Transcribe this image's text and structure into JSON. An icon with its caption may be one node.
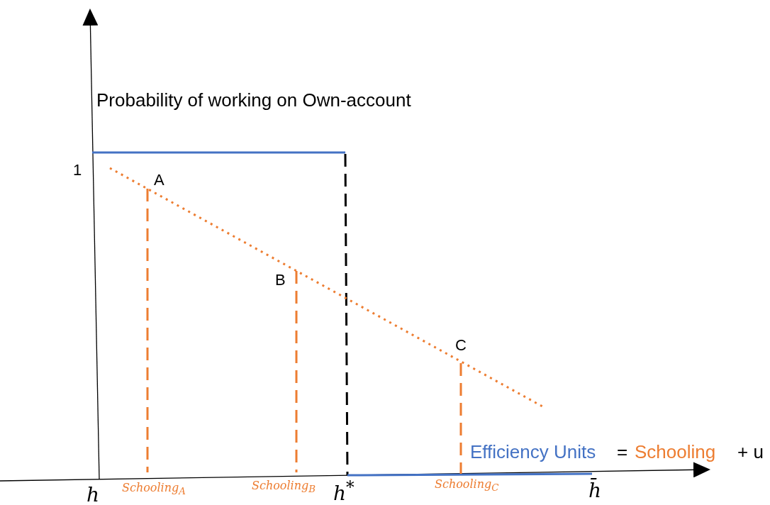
{
  "diagram": {
    "labels": [
      "Probability of working on Own-account",
      "1",
      "A",
      "B",
      "C",
      "Efficiency Units",
      "=",
      "Schooling",
      "+ u",
      "h",
      "Schooling$_{A}$",
      "Schooling$_{B}$",
      "h$^{*}$",
      "Schooling$_{C}$",
      "h̄"
    ]
  }
}
